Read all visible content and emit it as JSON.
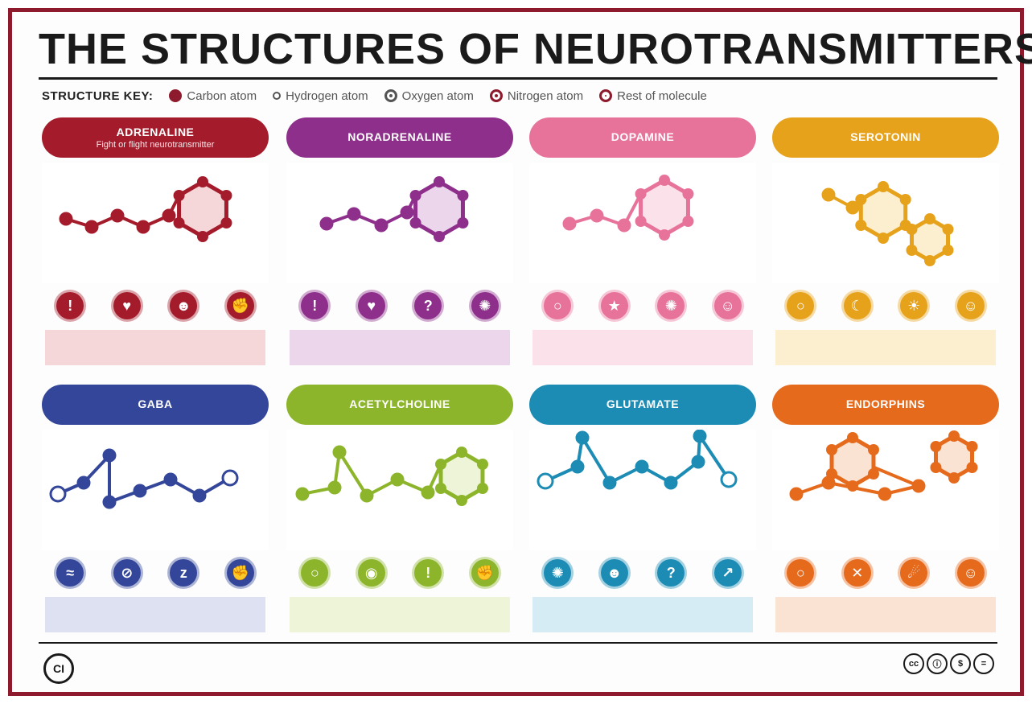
{
  "title": "THE STRUCTURES OF NEUROTRANSMITTERS",
  "key": {
    "label": "STRUCTURE KEY:",
    "items": [
      {
        "label": "Carbon atom",
        "kind": "carbon"
      },
      {
        "label": "Hydrogen atom",
        "kind": "hydrogen"
      },
      {
        "label": "Oxygen atom",
        "kind": "oxygen"
      },
      {
        "label": "Nitrogen atom",
        "kind": "nitrogen"
      },
      {
        "label": "Rest of molecule",
        "kind": "rest"
      }
    ]
  },
  "cards": [
    {
      "name": "ADRENALINE",
      "subtitle": "Fight or flight neurotransmitter",
      "color": "#a41c2c",
      "tint": "#f5d7da",
      "icons": [
        "exclaim-icon",
        "heart-icon",
        "person-icon",
        "arm-icon"
      ],
      "glyphs": [
        "!",
        "♥",
        "☻",
        "✊"
      ],
      "description": ""
    },
    {
      "name": "NORADRENALINE",
      "subtitle": "",
      "color": "#8e2f8c",
      "tint": "#ecd6ec",
      "icons": [
        "exclaim-icon",
        "heart-icon",
        "question-icon",
        "brain-icon"
      ],
      "glyphs": [
        "!",
        "♥",
        "?",
        "✺"
      ],
      "description": ""
    },
    {
      "name": "DOPAMINE",
      "subtitle": "",
      "color": "#e8739a",
      "tint": "#fbe2ea",
      "icons": [
        "ring-icon",
        "star-icon",
        "brain-icon",
        "smile-icon"
      ],
      "glyphs": [
        "○",
        "★",
        "✺",
        "☺"
      ],
      "description": ""
    },
    {
      "name": "SEROTONIN",
      "subtitle": "",
      "color": "#e7a21c",
      "tint": "#fbefcf",
      "icons": [
        "ring-icon",
        "moon-icon",
        "sun-icon",
        "smile-icon"
      ],
      "glyphs": [
        "○",
        "☾",
        "☀",
        "☺"
      ],
      "description": ""
    },
    {
      "name": "GABA",
      "subtitle": "",
      "color": "#34469a",
      "tint": "#dde1f2",
      "icons": [
        "wave-icon",
        "no-icon",
        "sleep-icon",
        "arm-icon"
      ],
      "glyphs": [
        "≈",
        "⊘",
        "z",
        "✊"
      ],
      "description": ""
    },
    {
      "name": "ACETYLCHOLINE",
      "subtitle": "",
      "color": "#8db52b",
      "tint": "#edf4d8",
      "icons": [
        "ring-icon",
        "eye-icon",
        "exclaim-icon",
        "arm-icon"
      ],
      "glyphs": [
        "○",
        "◉",
        "!",
        "✊"
      ],
      "description": ""
    },
    {
      "name": "GLUTAMATE",
      "subtitle": "",
      "color": "#1c8cb5",
      "tint": "#d6ecf4",
      "icons": [
        "brain-icon",
        "person-icon",
        "question-icon",
        "arrow-icon"
      ],
      "glyphs": [
        "✺",
        "☻",
        "?",
        "↗"
      ],
      "description": ""
    },
    {
      "name": "ENDORPHINS",
      "subtitle": "",
      "color": "#e66a1c",
      "tint": "#fbe3d4",
      "icons": [
        "ring-icon",
        "pain-icon",
        "runner-icon",
        "smile-icon"
      ],
      "glyphs": [
        "○",
        "✕",
        "☄",
        "☺"
      ],
      "description": ""
    }
  ],
  "footer": {
    "logo": "CI",
    "line1": "",
    "line2": "",
    "badges": [
      "cc",
      "by",
      "nc",
      "nd"
    ],
    "badge_glyphs": [
      "cc",
      "ⓘ",
      "$",
      "="
    ]
  },
  "colors": {
    "frame": "#8e1b2d",
    "text": "#1a1a1a"
  }
}
